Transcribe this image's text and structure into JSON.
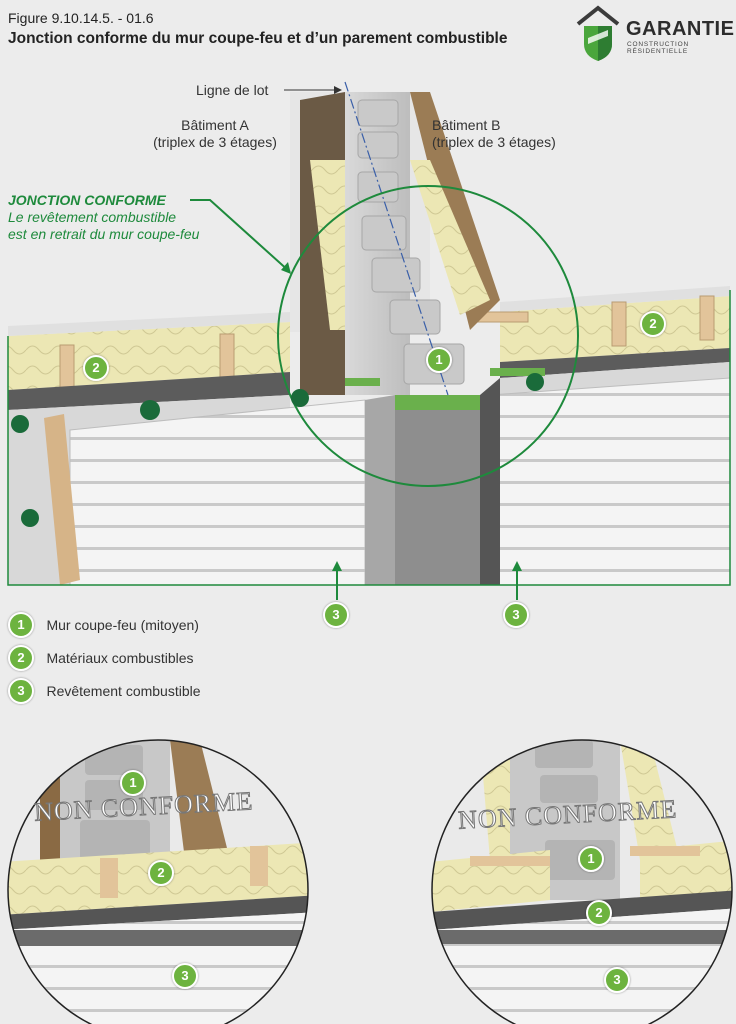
{
  "header": {
    "figure_number": "Figure 9.10.14.5. - 01.6",
    "title": "Jonction conforme du mur coupe-feu et d’un parement combustible"
  },
  "logo": {
    "name": "GARANTIE",
    "subtitle": "CONSTRUCTION RÉSIDENTIELLE"
  },
  "labels": {
    "lot_line": "Ligne de lot",
    "building_a_line1": "Bâtiment A",
    "building_a_line2": "(triplex de 3 étages)",
    "building_b_line1": "Bâtiment B",
    "building_b_line2": "(triplex de 3 étages)",
    "junction_title": "JONCTION CONFORME",
    "junction_line1": "Le revêtement combustible",
    "junction_line2": "est en retrait du mur coupe-feu"
  },
  "markers": [
    "1",
    "2",
    "3"
  ],
  "legend": [
    {
      "number": "1",
      "text": "Mur coupe-feu (mitoyen)"
    },
    {
      "number": "2",
      "text": "Matériaux combustibles"
    },
    {
      "number": "3",
      "text": "Revêtement combustible"
    }
  ],
  "stamps": {
    "non_conforme": "NON CONFORME"
  },
  "wrap_text": "GARANTIE",
  "colors": {
    "accent_green": "#1e8a3c",
    "badge_green": "#6db33f",
    "insulation": "#ece7b4",
    "wood": "#e2c49a"
  }
}
